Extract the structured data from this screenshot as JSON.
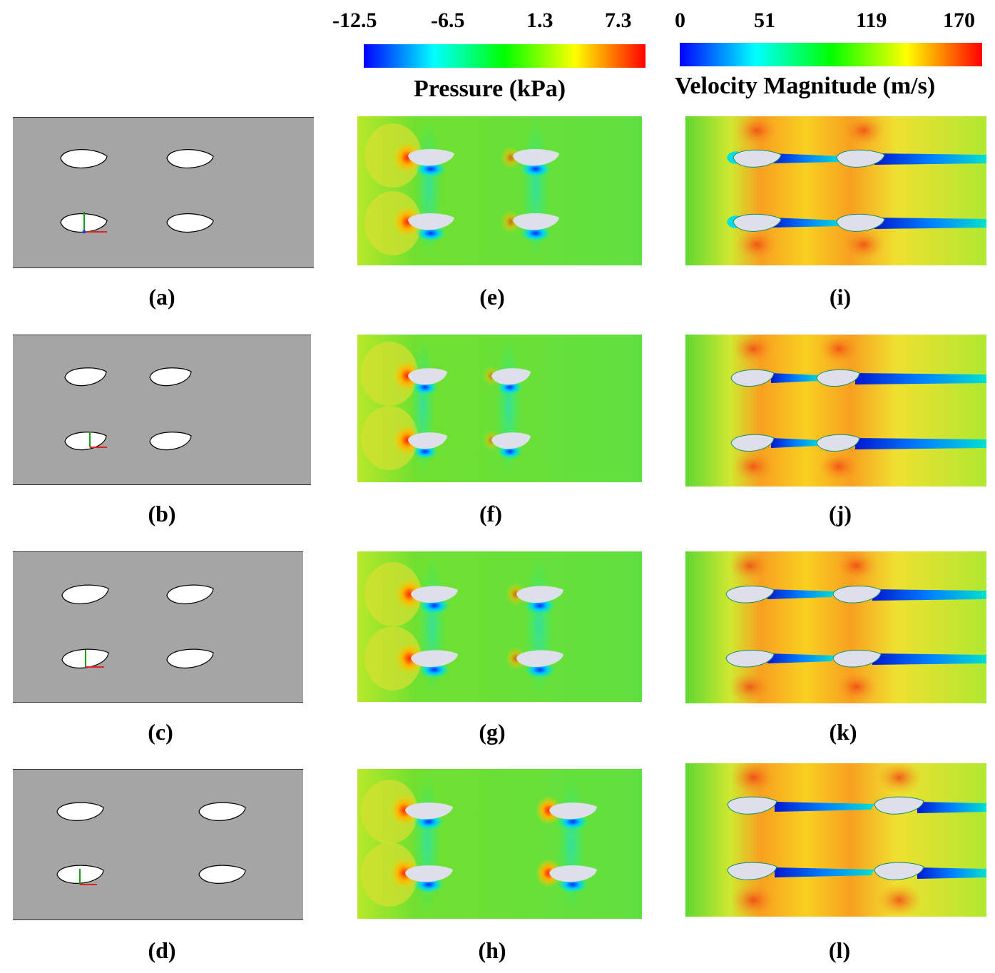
{
  "pressure_colorbar": {
    "ticks": [
      "-12.5",
      "-6.5",
      "1.3",
      "7.3"
    ],
    "title": "Pressure (kPa)",
    "gradient": [
      "#0000ff",
      "#00ffff",
      "#00ff00",
      "#ffff00",
      "#ff0000"
    ]
  },
  "velocity_colorbar": {
    "ticks": [
      "0",
      "51",
      "119",
      "170"
    ],
    "title": "Velocity Magnitude (m/s)",
    "gradient": [
      "#0000ff",
      "#00ffff",
      "#00ff00",
      "#ffff00",
      "#ff0000"
    ]
  },
  "labels": {
    "a": "(a)",
    "b": "(b)",
    "c": "(c)",
    "d": "(d)",
    "e": "(e)",
    "f": "(f)",
    "g": "(g)",
    "h": "(h)",
    "i": "(i)",
    "j": "(j)",
    "k": "(k)",
    "l": "(l)"
  },
  "colors": {
    "geometry_background": "#a5a5a5",
    "pressure_field": "#7fe22a",
    "velocity_field": "#c6e82a",
    "blade": "#dde0ea"
  }
}
